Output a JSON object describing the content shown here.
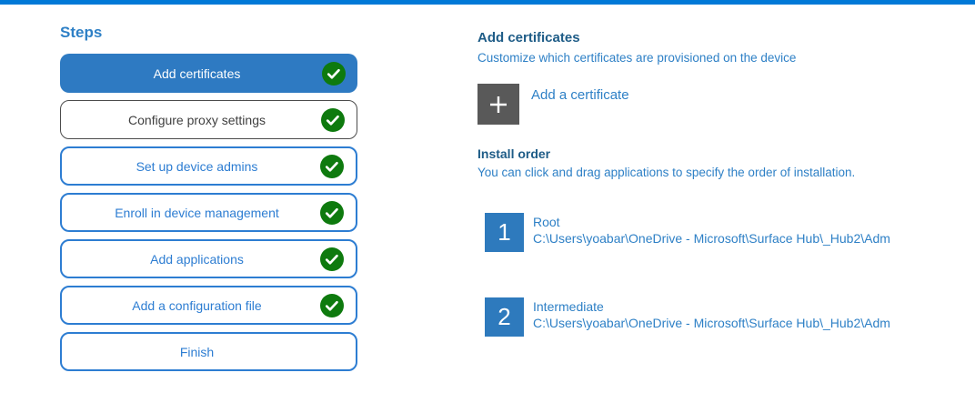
{
  "sidebar": {
    "title": "Steps",
    "steps": [
      {
        "label": "Add certificates",
        "state": "active",
        "completed": true
      },
      {
        "label": "Configure proxy settings",
        "state": "neutral",
        "completed": true
      },
      {
        "label": "Set up device admins",
        "state": "default",
        "completed": true
      },
      {
        "label": "Enroll in device management",
        "state": "default",
        "completed": true
      },
      {
        "label": "Add applications",
        "state": "default",
        "completed": true
      },
      {
        "label": "Add a configuration file",
        "state": "default",
        "completed": true
      },
      {
        "label": "Finish",
        "state": "default",
        "completed": false
      }
    ]
  },
  "main": {
    "title": "Add certificates",
    "subtitle": "Customize which certificates are provisioned on the device",
    "add_button_label": "Add a certificate",
    "install_order": {
      "title": "Install order",
      "description": "You can click and drag applications to specify the order of installation.",
      "items": [
        {
          "order": "1",
          "name": "Root",
          "path": "C:\\Users\\yoabar\\OneDrive - Microsoft\\Surface Hub\\_Hub2\\Adm"
        },
        {
          "order": "2",
          "name": "Intermediate",
          "path": "C:\\Users\\yoabar\\OneDrive - Microsoft\\Surface Hub\\_Hub2\\Adm"
        }
      ]
    }
  },
  "colors": {
    "accent_bar": "#0079d7",
    "active_step_background": "#2e7ac2",
    "step_border_blue": "#2d7dd2",
    "neutral_step_border": "#4c4c4c",
    "check_green": "#0e7a0e",
    "heading_dark_blue": "#1e5c87",
    "body_blue": "#2e80c6",
    "add_square_gray": "#595959",
    "number_square_blue": "#2e7abd"
  }
}
